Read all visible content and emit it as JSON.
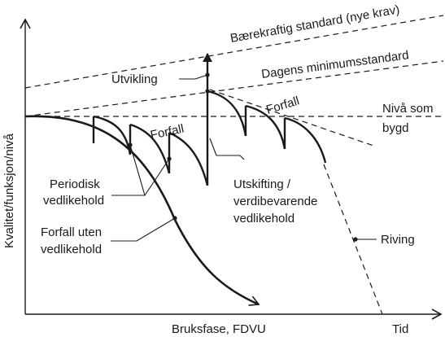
{
  "diagram": {
    "y_axis_label": "Kvalitet/funksjon/nivå",
    "x_axis_label": "Bruksfase, FDVU",
    "x_axis_end_label": "Tid",
    "lines": {
      "sustainable_standard": "Bærekraftig standard (nye krav)",
      "current_minimum": "Dagens minimumsstandard",
      "as_built_line1": "Nivå som",
      "as_built_line2": "bygd"
    },
    "annotations": {
      "development": "Utvikling",
      "decay_1": "Forfall",
      "decay_2": "Forfall",
      "periodic_maintenance_line1": "Periodisk",
      "periodic_maintenance_line2": "vedlikehold",
      "decay_without_line1": "Forfall uten",
      "decay_without_line2": "vedlikehold",
      "replacement_line1": "Utskifting /",
      "replacement_line2": "verdibevarende",
      "replacement_line3": "vedlikehold",
      "demolition": "Riving"
    }
  }
}
